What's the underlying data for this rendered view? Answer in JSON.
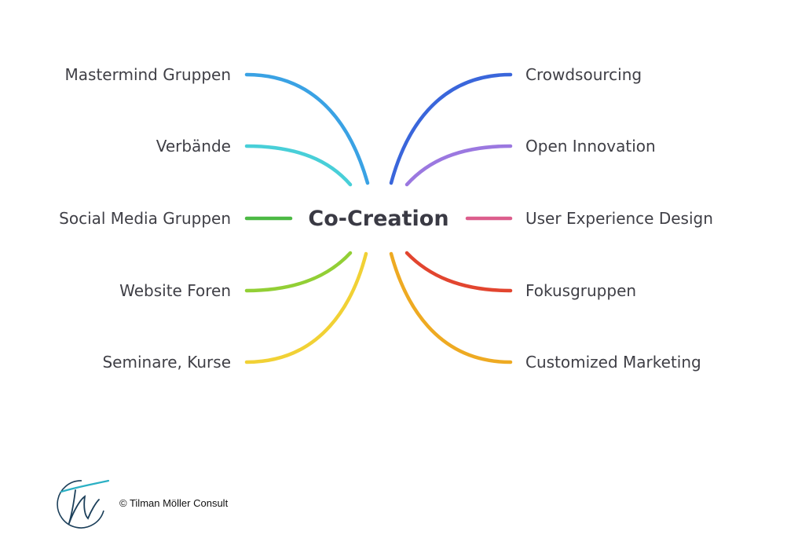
{
  "center": {
    "label": "Co-Creation"
  },
  "branches": [
    {
      "label": "Mastermind Gruppen",
      "color": "#3aa2e4"
    },
    {
      "label": "Verbände",
      "color": "#48cfd8"
    },
    {
      "label": "Social Media Gruppen",
      "color": "#4cb944"
    },
    {
      "label": "Website Foren",
      "color": "#92cf35"
    },
    {
      "label": "Seminare, Kurse",
      "color": "#f1d135"
    },
    {
      "label": "Crowdsourcing",
      "color": "#3a66db"
    },
    {
      "label": "Open Innovation",
      "color": "#9b78e0"
    },
    {
      "label": "User Experience Design",
      "color": "#dc5d8c"
    },
    {
      "label": "Fokusgruppen",
      "color": "#e2452f"
    },
    {
      "label": "Customized Marketing",
      "color": "#eeaa22"
    }
  ],
  "footer": {
    "copyright": "© Tilman Möller Consult",
    "logo_icon": "tm-signature-logo"
  }
}
